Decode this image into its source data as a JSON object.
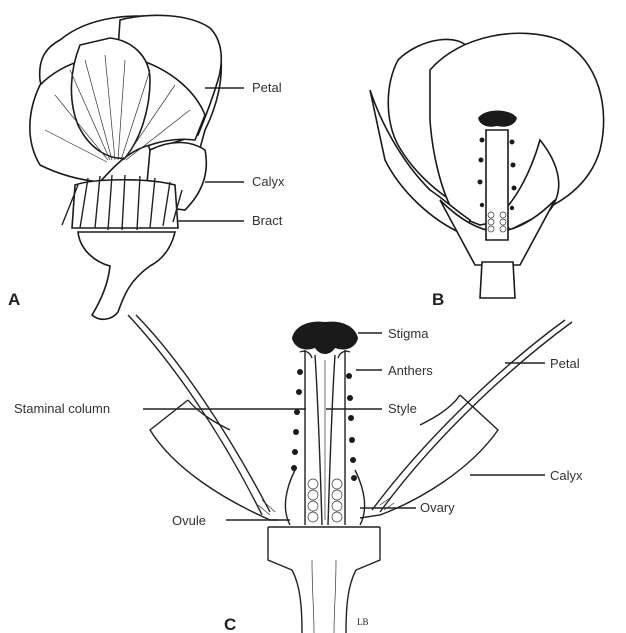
{
  "figure": {
    "panels": {
      "a": "A",
      "b": "B",
      "c": "C"
    },
    "labels_a": {
      "petal": "Petal",
      "calyx": "Calyx",
      "bract": "Bract"
    },
    "labels_c": {
      "stigma": "Stigma",
      "anthers": "Anthers",
      "petal": "Petal",
      "staminal_column": "Staminal column",
      "style": "Style",
      "calyx": "Calyx",
      "ovule": "Ovule",
      "ovary": "Ovary"
    },
    "signature": "LB"
  }
}
